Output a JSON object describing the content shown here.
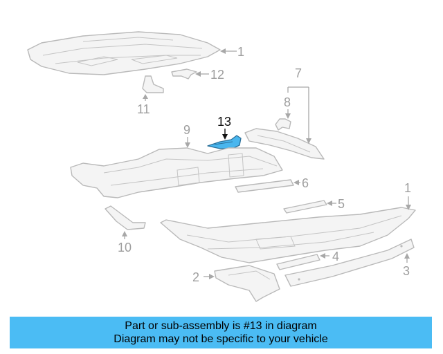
{
  "callouts": {
    "c1_top": "1",
    "c12": "12",
    "c11": "11",
    "c7": "7",
    "c8": "8",
    "c13": "13",
    "c9": "9",
    "c6": "6",
    "c5": "5",
    "c1_bottom": "1",
    "c4": "4",
    "c10": "10",
    "c2": "2",
    "c3": "3"
  },
  "highlighted_part": "13",
  "colors": {
    "highlight": "#49b6ee",
    "banner": "#4bbcf4",
    "line_art": "#b9b9b9"
  },
  "banner": {
    "line1": "Part or sub-assembly is #13 in diagram",
    "line2": "Diagram may not be specific to your vehicle"
  }
}
